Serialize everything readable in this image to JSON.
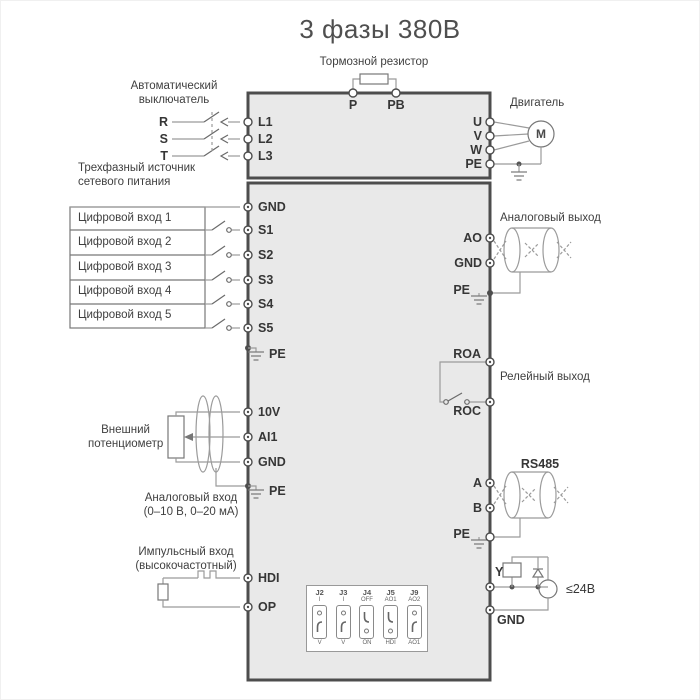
{
  "title": "3 фазы 380В",
  "top": {
    "brake_resistor_label": "Тормозной резистор",
    "breaker_label": "Автоматический\nвыключатель",
    "source_label": "Трехфазный источник\nсетевого питания",
    "phase_labels": [
      "R",
      "S",
      "T"
    ],
    "input_terminals": [
      "L1",
      "L2",
      "L3"
    ],
    "dc_terminals": [
      "P",
      "PB"
    ],
    "output_terminals": [
      "U",
      "V",
      "W",
      "PE"
    ],
    "motor_label": "Двигатель",
    "motor_symbol": "M"
  },
  "left": {
    "gnd_top": "GND",
    "digital_inputs": [
      "Цифровой вход 1",
      "Цифровой вход 2",
      "Цифровой вход 3",
      "Цифровой вход 4",
      "Цифровой вход 5"
    ],
    "s_terminals": [
      "S1",
      "S2",
      "S3",
      "S4",
      "S5"
    ],
    "pe1": "PE",
    "pot_label": "Внешний\nпотенциометр",
    "analog_terminals": [
      "10V",
      "AI1",
      "GND"
    ],
    "pe2": "PE",
    "analog_input_label": "Аналоговый вход\n(0–10 В, 0–20 мА)",
    "pulse_label": "Импульсный вход\n(высокочастотный)",
    "hdi": "HDI",
    "op": "OP"
  },
  "right": {
    "analog_output_label": "Аналоговый выход",
    "ao": "AO",
    "gnd": "GND",
    "pe1": "PE",
    "roa": "ROA",
    "roc": "ROC",
    "relay_label": "Релейный выход",
    "rs485_label": "RS485",
    "a": "A",
    "b": "B",
    "pe2": "PE",
    "y": "Y",
    "v24": "≤24В",
    "gnd_bottom": "GND"
  },
  "dip": {
    "switches": [
      {
        "name": "J2",
        "top": "I",
        "bottom": "V"
      },
      {
        "name": "J3",
        "top": "I",
        "bottom": "V"
      },
      {
        "name": "J4",
        "top": "OFF",
        "bottom": "ON"
      },
      {
        "name": "J5",
        "top": "AO1",
        "bottom": "HDI"
      },
      {
        "name": "J9",
        "top": "AO2",
        "bottom": "AO1"
      }
    ]
  },
  "colors": {
    "box_fill": "#e9e9e9",
    "box_border": "#4d4d4d",
    "wire": "#9b9b9b",
    "text": "#3f3f3f"
  }
}
